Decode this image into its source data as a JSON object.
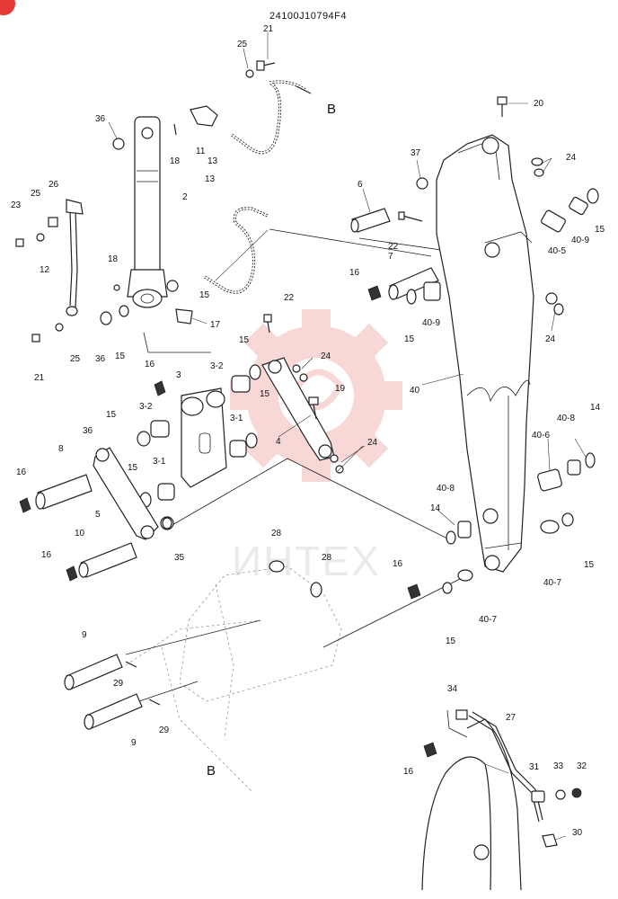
{
  "document": {
    "code": "24100J10794F4",
    "view_marker": "B",
    "watermark_text": "ИНТЕХ",
    "watermark_color": "#f3b8b8",
    "corner_badge_color": "#e53935"
  },
  "callouts": [
    {
      "id": "c-25a",
      "text": "25"
    },
    {
      "id": "c-21a",
      "text": "21"
    },
    {
      "id": "c-b-top",
      "text": "B"
    },
    {
      "id": "c-20",
      "text": "20"
    },
    {
      "id": "c-36a",
      "text": "36"
    },
    {
      "id": "c-18a",
      "text": "18"
    },
    {
      "id": "c-11",
      "text": "11"
    },
    {
      "id": "c-13a",
      "text": "13"
    },
    {
      "id": "c-37",
      "text": "37"
    },
    {
      "id": "c-24a",
      "text": "24"
    },
    {
      "id": "c-23",
      "text": "23"
    },
    {
      "id": "c-25b",
      "text": "25"
    },
    {
      "id": "c-26",
      "text": "26"
    },
    {
      "id": "c-2",
      "text": "2"
    },
    {
      "id": "c-13b",
      "text": "13"
    },
    {
      "id": "c-6",
      "text": "6"
    },
    {
      "id": "c-15a",
      "text": "15"
    },
    {
      "id": "c-40-9a",
      "text": "40-9"
    },
    {
      "id": "c-40-5",
      "text": "40-5"
    },
    {
      "id": "c-22a",
      "text": "22"
    },
    {
      "id": "c-12",
      "text": "12"
    },
    {
      "id": "c-18b",
      "text": "18"
    },
    {
      "id": "c-7",
      "text": "7"
    },
    {
      "id": "c-16a",
      "text": "16"
    },
    {
      "id": "c-15b",
      "text": "15"
    },
    {
      "id": "c-22b",
      "text": "22"
    },
    {
      "id": "c-40-9b",
      "text": "40-9"
    },
    {
      "id": "c-15c",
      "text": "15"
    },
    {
      "id": "c-24b",
      "text": "24"
    },
    {
      "id": "c-17",
      "text": "17"
    },
    {
      "id": "c-21b",
      "text": "21"
    },
    {
      "id": "c-25c",
      "text": "25"
    },
    {
      "id": "c-36b",
      "text": "36"
    },
    {
      "id": "c-15d",
      "text": "15"
    },
    {
      "id": "c-16b",
      "text": "16"
    },
    {
      "id": "c-3",
      "text": "3"
    },
    {
      "id": "c-3-2a",
      "text": "3-2"
    },
    {
      "id": "c-15e",
      "text": "15"
    },
    {
      "id": "c-24c",
      "text": "24"
    },
    {
      "id": "c-40",
      "text": "40"
    },
    {
      "id": "c-15f",
      "text": "15"
    },
    {
      "id": "c-19",
      "text": "19"
    },
    {
      "id": "c-3-2b",
      "text": "3-2"
    },
    {
      "id": "c-3-1a",
      "text": "3-1"
    },
    {
      "id": "c-14a",
      "text": "14"
    },
    {
      "id": "c-15g",
      "text": "15"
    },
    {
      "id": "c-40-8a",
      "text": "40-8"
    },
    {
      "id": "c-36c",
      "text": "36"
    },
    {
      "id": "c-4",
      "text": "4"
    },
    {
      "id": "c-40-6",
      "text": "40-6"
    },
    {
      "id": "c-24d",
      "text": "24"
    },
    {
      "id": "c-8",
      "text": "8"
    },
    {
      "id": "c-3-1b",
      "text": "3-1"
    },
    {
      "id": "c-15h",
      "text": "15"
    },
    {
      "id": "c-16c",
      "text": "16"
    },
    {
      "id": "c-5",
      "text": "5"
    },
    {
      "id": "c-40-8b",
      "text": "40-8"
    },
    {
      "id": "c-14b",
      "text": "14"
    },
    {
      "id": "c-10",
      "text": "10"
    },
    {
      "id": "c-35",
      "text": "35"
    },
    {
      "id": "c-28a",
      "text": "28"
    },
    {
      "id": "c-16d",
      "text": "16"
    },
    {
      "id": "c-28b",
      "text": "28"
    },
    {
      "id": "c-16e",
      "text": "16"
    },
    {
      "id": "c-15i",
      "text": "15"
    },
    {
      "id": "c-40-7a",
      "text": "40-7"
    },
    {
      "id": "c-40-7b",
      "text": "40-7"
    },
    {
      "id": "c-15j",
      "text": "15"
    },
    {
      "id": "c-9a",
      "text": "9"
    },
    {
      "id": "c-29a",
      "text": "29"
    },
    {
      "id": "c-34",
      "text": "34"
    },
    {
      "id": "c-27",
      "text": "27"
    },
    {
      "id": "c-29b",
      "text": "29"
    },
    {
      "id": "c-9b",
      "text": "9"
    },
    {
      "id": "c-b-bottom",
      "text": "B"
    },
    {
      "id": "c-16f",
      "text": "16"
    },
    {
      "id": "c-31",
      "text": "31"
    },
    {
      "id": "c-33",
      "text": "33"
    },
    {
      "id": "c-32",
      "text": "32"
    },
    {
      "id": "c-30",
      "text": "30"
    }
  ]
}
